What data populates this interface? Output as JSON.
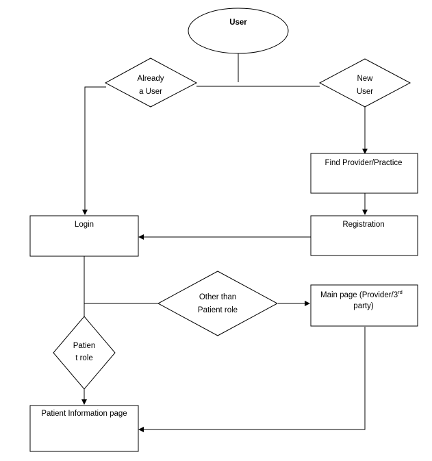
{
  "nodes": {
    "user": {
      "label": "User"
    },
    "already_user": {
      "line1": "Already",
      "line2": "a User"
    },
    "new_user": {
      "line1": "New",
      "line2": "User"
    },
    "find_provider": {
      "label": "Find Provider/Practice"
    },
    "registration": {
      "label": "Registration"
    },
    "login": {
      "label": "Login"
    },
    "other_than_patient": {
      "line1": "Other than",
      "line2": "Patient role"
    },
    "main_page": {
      "line1": "Main page (Provider/3",
      "superscript": "rd",
      "line2": "party)"
    },
    "patient_role": {
      "line1": "Patien",
      "line2": "t role"
    },
    "patient_info": {
      "label": "Patient Information page"
    }
  }
}
